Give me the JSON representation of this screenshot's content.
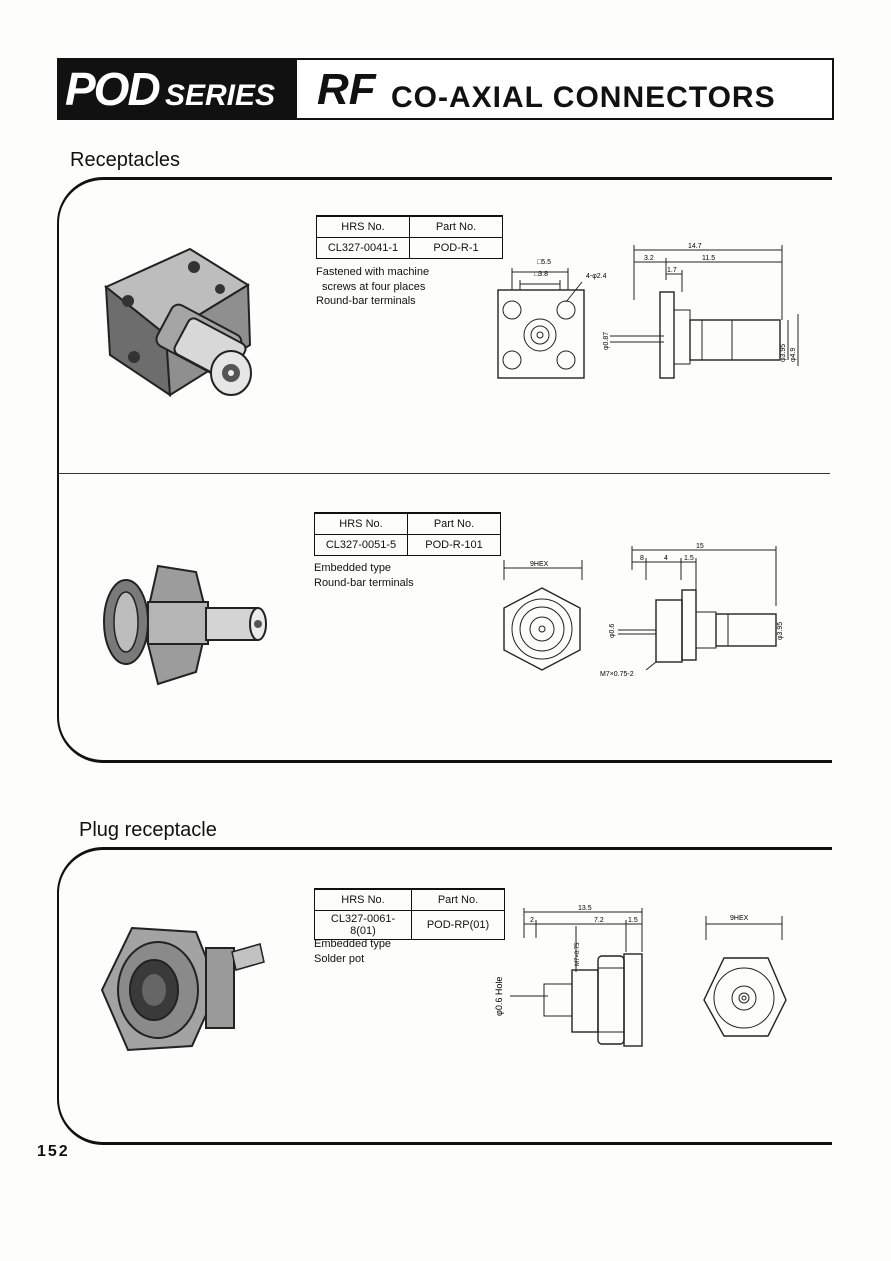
{
  "header": {
    "pod": "POD",
    "series": "SERIES",
    "rf": "RF",
    "subtitle": "CO-AXIAL CONNECTORS"
  },
  "sections": {
    "receptacles": "Receptacles",
    "plug_receptacle": "Plug receptacle"
  },
  "products": [
    {
      "headers": [
        "HRS No.",
        "Part No."
      ],
      "hrs_no": "CL327-0041-1",
      "part_no": "POD-R-1",
      "desc": [
        "Fastened with machine",
        "screws at four places",
        "Round-bar terminals"
      ],
      "dims": {
        "sq1": "□5.5",
        "sq2": "□3.8",
        "holes": "4-φ2.4",
        "total": "14.7",
        "d1": "3.2",
        "d2": "11.5",
        "d3": "1.7",
        "pin": "φ0.87",
        "dia1": "φ3.95",
        "dia2": "φ4.9"
      }
    },
    {
      "headers": [
        "HRS No.",
        "Part No."
      ],
      "hrs_no": "CL327-0051-5",
      "part_no": "POD-R-101",
      "desc": [
        "Embedded type",
        "Round-bar terminals"
      ],
      "dims": {
        "hex": "9HEX",
        "total": "15",
        "d1": "8",
        "d2": "4",
        "d3": "1.5",
        "pin": "φ0.6",
        "dia": "φ3.95",
        "thread": "M7×0.75-2"
      }
    },
    {
      "headers": [
        "HRS No.",
        "Part No."
      ],
      "hrs_no": "CL327-0061-8(01)",
      "part_no": "POD-RP(01)",
      "desc": [
        "Embedded type",
        "Solder pot"
      ],
      "dims": {
        "total": "13.5",
        "d1": "2",
        "d2": "7.2",
        "d3": "1.5",
        "thread": "M7×0.75",
        "hole": "φ0.6 Hole",
        "hex": "9HEX"
      }
    }
  ],
  "page_number": "152"
}
